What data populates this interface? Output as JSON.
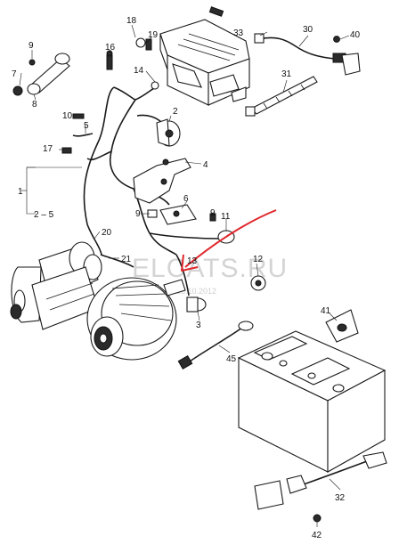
{
  "watermark": "ELCATS.RU",
  "date_stamp": "03.10.2012",
  "callouts": [
    {
      "id": "c1",
      "text": "1"
    },
    {
      "id": "c2_5",
      "text": "2 – 5"
    },
    {
      "id": "c2",
      "text": "2"
    },
    {
      "id": "c3",
      "text": "3"
    },
    {
      "id": "c4",
      "text": "4"
    },
    {
      "id": "c5",
      "text": "5"
    },
    {
      "id": "c6",
      "text": "6"
    },
    {
      "id": "c7",
      "text": "7"
    },
    {
      "id": "c8",
      "text": "8"
    },
    {
      "id": "c9a",
      "text": "9"
    },
    {
      "id": "c9b",
      "text": "9"
    },
    {
      "id": "c9c",
      "text": "9"
    },
    {
      "id": "c10",
      "text": "10"
    },
    {
      "id": "c11",
      "text": "11"
    },
    {
      "id": "c12",
      "text": "12"
    },
    {
      "id": "c13",
      "text": "13"
    },
    {
      "id": "c14",
      "text": "14"
    },
    {
      "id": "c16",
      "text": "16"
    },
    {
      "id": "c17",
      "text": "17"
    },
    {
      "id": "c18",
      "text": "18"
    },
    {
      "id": "c19",
      "text": "19"
    },
    {
      "id": "c20",
      "text": "20"
    },
    {
      "id": "c21",
      "text": "21"
    },
    {
      "id": "c30",
      "text": "30"
    },
    {
      "id": "c31",
      "text": "31"
    },
    {
      "id": "c32",
      "text": "32"
    },
    {
      "id": "c33",
      "text": "33"
    },
    {
      "id": "c40",
      "text": "40"
    },
    {
      "id": "c41",
      "text": "41"
    },
    {
      "id": "c42",
      "text": "42"
    },
    {
      "id": "c45",
      "text": "45"
    }
  ],
  "colors": {
    "line": "#1a1a1a",
    "arrow": "#e0262b",
    "watermark": "#d4d4d4"
  }
}
